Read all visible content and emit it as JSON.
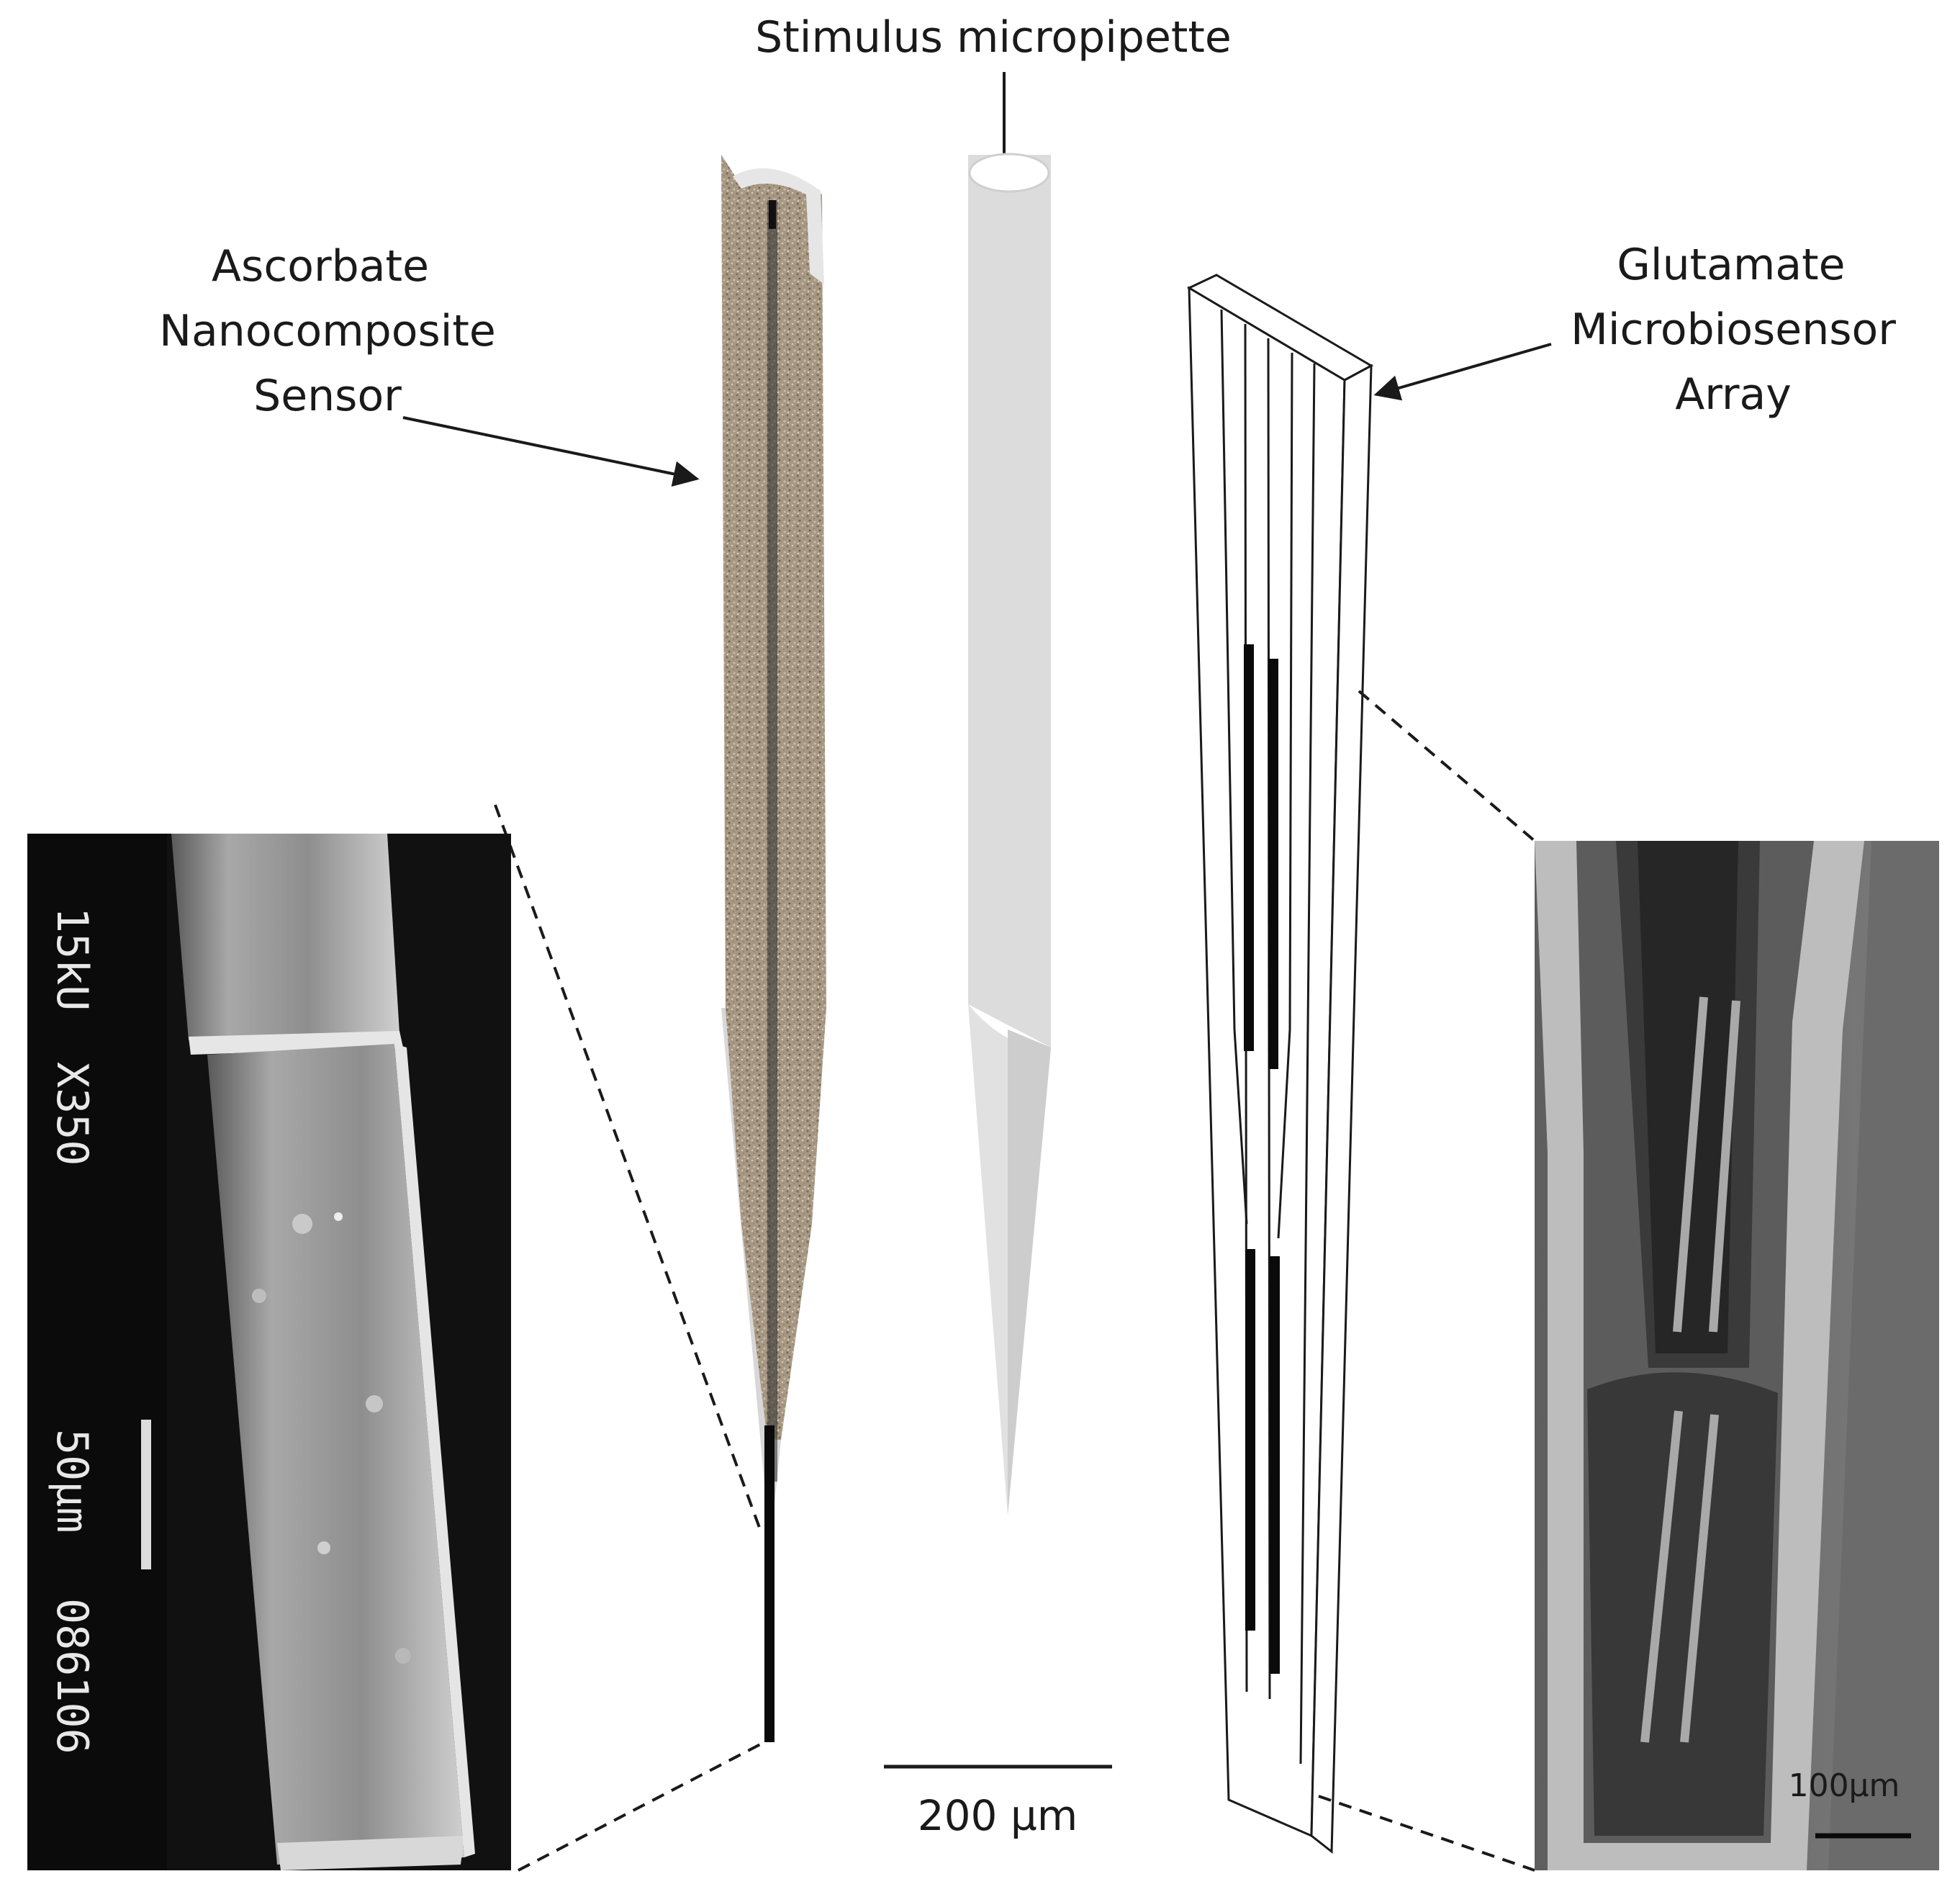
{
  "labels": {
    "stimulus": "Stimulus micropipette",
    "ascorbate_line1": "Ascorbate",
    "ascorbate_line2": "Nanocomposite",
    "ascorbate_line3": "Sensor",
    "glutamate_line1": "Glutamate",
    "glutamate_line2": "Microbiosensor",
    "glutamate_line3": "Array"
  },
  "scale_bars": {
    "main": "200 µm",
    "right_inset": "100µm"
  },
  "sem_left": {
    "voltage": "15kU",
    "magnification": "X350",
    "scale": "50µm",
    "image_number": "086106"
  },
  "colors": {
    "ink": "#1a1a1a",
    "pipette": "#dcdcdc",
    "pipette_shade": "#c8c8c8",
    "nanocomposite": "#a89a86",
    "sem_bg": "#0b0b0b",
    "sem_wire": "#9a9a9a",
    "sem_right_bg": "#6e6e6e"
  }
}
